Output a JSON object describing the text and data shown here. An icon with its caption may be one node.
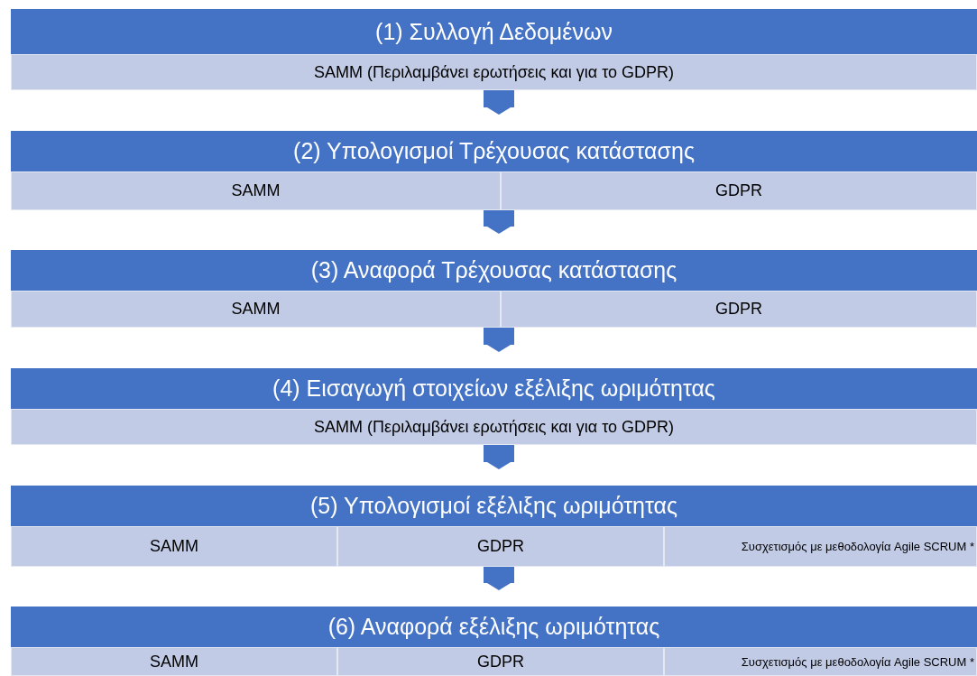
{
  "diagram": {
    "nodes": [
      {
        "text": [
          "(1) Συλλογή Δεδομένων"
        ]
      },
      {
        "text": [
          "SAMM (Περιλαμβάνει ερωτήσεις και για το GDPR)"
        ],
        "in": 0
      },
      {
        "text": [
          "(2) Υπολογισμοί Τρέχουσας κατάστασης"
        ]
      },
      {
        "text": [
          "SAMM"
        ],
        "in": 2
      },
      {
        "text": [
          "GDPR"
        ],
        "in": 2
      },
      {
        "text": [
          "(3) Αναφορά Τρέχουσας κατάστασης"
        ]
      },
      {
        "text": [
          "SAMM"
        ],
        "in": 5
      },
      {
        "text": [
          "GDPR"
        ],
        "in": 5
      },
      {
        "text": [
          "(4) Εισαγωγή στοιχείων εξέλιξης ωριμότητας"
        ]
      },
      {
        "text": [
          "SAMM (Περιλαμβάνει ερωτήσεις και για το GDPR)"
        ],
        "in": 8
      },
      {
        "text": [
          "(5) Υπολογισμοί εξέλιξης ωριμότητας"
        ]
      },
      {
        "text": [
          "SAMM"
        ],
        "in": 10
      },
      {
        "text": [
          "GDPR"
        ],
        "in": 10
      },
      {
        "text": [
          "Συσχετισμός με μεθοδολογία Agile SCRUM *"
        ],
        "in": 10
      },
      {
        "text": [
          "(6) Αναφορά εξέλιξης ωριμότητας"
        ]
      },
      {
        "text": [
          "SAMM"
        ],
        "in": 14
      },
      {
        "text": [
          "GDPR"
        ],
        "in": 14
      },
      {
        "text": [
          "Συσχετισμός με μεθοδολογία Agile SCRUM *"
        ],
        "in": 14
      }
    ],
    "edges": [
      {
        "from": 0,
        "to": 2,
        "arrow": "to"
      },
      {
        "from": 2,
        "to": 5,
        "arrow": "to"
      },
      {
        "from": 5,
        "to": 8,
        "arrow": "to"
      },
      {
        "from": 8,
        "to": 10,
        "arrow": "to"
      },
      {
        "from": 10,
        "to": 14,
        "arrow": "to"
      }
    ]
  }
}
